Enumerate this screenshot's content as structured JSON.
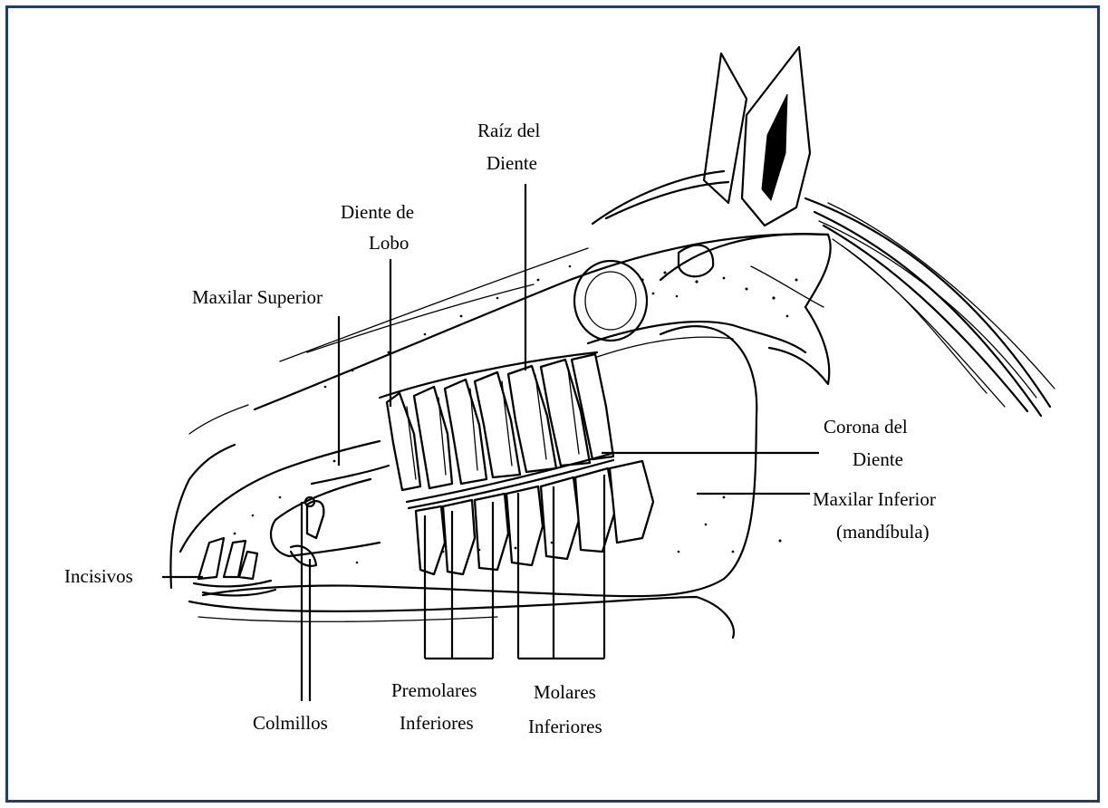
{
  "colors": {
    "frame_border": "#1f3c73",
    "ink": "#000000",
    "background": "#ffffff"
  },
  "labels": {
    "raiz_del_diente": [
      "Raíz del",
      "Diente"
    ],
    "diente_de_lobo": [
      "Diente de",
      "Lobo"
    ],
    "maxilar_superior": [
      "Maxilar Superior"
    ],
    "corona_del_diente": [
      "Corona del",
      "Diente"
    ],
    "maxilar_inferior": [
      "Maxilar Inferior",
      "(mandíbula)"
    ],
    "incisivos": [
      "Incisivos"
    ],
    "colmillos": [
      "Colmillos"
    ],
    "premolares_inferiores": [
      "Premolares",
      "Inferiores"
    ],
    "molares_inferiores": [
      "Molares",
      "Inferiores"
    ]
  }
}
